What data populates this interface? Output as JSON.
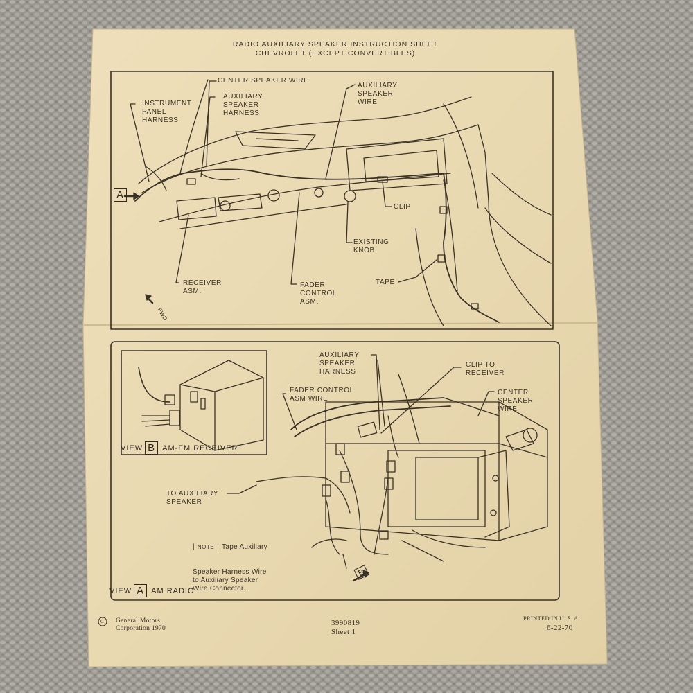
{
  "header": {
    "title_line1": "RADIO AUXILIARY SPEAKER INSTRUCTION SHEET",
    "title_line2": "CHEVROLET (EXCEPT CONVERTIBLES)"
  },
  "upper_diagram": {
    "labels": {
      "center_speaker_wire": "CENTER SPEAKER WIRE",
      "instrument_panel_harness": "INSTRUMENT\nPANEL\nHARNESS",
      "auxiliary_speaker_harness": "AUXILIARY\nSPEAKER\nHARNESS",
      "auxiliary_speaker_wire": "AUXILIARY\nSPEAKER\nWIRE",
      "clip": "CLIP",
      "existing_knob": "EXISTING\nKNOB",
      "receiver_asm": "RECEIVER\nASM.",
      "fader_control_asm": "FADER\nCONTROL\nASM.",
      "tape": "TAPE",
      "fwd": "FWD",
      "view_a_marker": "A"
    }
  },
  "lower_diagram": {
    "labels": {
      "auxiliary_speaker_harness": "AUXILIARY\nSPEAKER\nHARNESS",
      "clip_to_receiver": "CLIP TO\nRECEIVER",
      "fader_control_asm_wire": "FADER CONTROL\nASM WIRE",
      "center_speaker_wire": "CENTER\nSPEAKER\nWIRE",
      "to_auxiliary_speaker": "TO AUXILIARY\nSPEAKER",
      "view_b_marker": "B"
    },
    "note": {
      "tag": "NOTE",
      "text_line1": "Tape Auxiliary",
      "text_line2": "Speaker Harness Wire\nto Auxiliary Speaker\nWire Connector."
    },
    "view_b": {
      "word": "VIEW",
      "letter": "B",
      "caption": "AM-FM RECEIVER"
    },
    "view_a": {
      "word": "VIEW",
      "letter": "A",
      "caption": "AM RADIO"
    }
  },
  "footer": {
    "copyright_symbol": "C",
    "company": "General Motors\nCorporation 1970",
    "part_number": "3990819",
    "sheet": "Sheet 1",
    "printed": "PRINTED IN U. S. A.",
    "date": "6-22-70"
  },
  "colors": {
    "paper": "#eadbb4",
    "ink": "#3a3226",
    "carpet": "#9a9890"
  }
}
